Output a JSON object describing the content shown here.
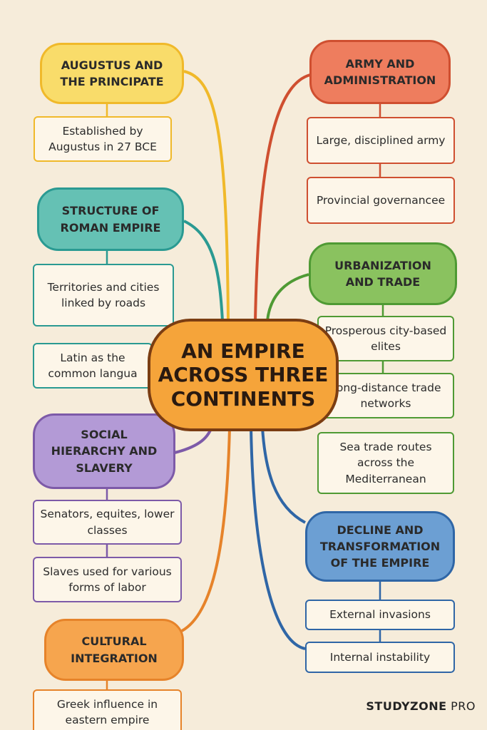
{
  "center": {
    "title": "AN EMPIRE ACROSS THREE CONTINENTS"
  },
  "branches": [
    {
      "title": "AUGUSTUS AND THE PRINCIPATE",
      "color": "#f0b92a",
      "fill": "#f9dc6a",
      "items": [
        "Established by Augustus in 27 BCE"
      ]
    },
    {
      "title": "STRUCTURE OF ROMAN EMPIRE",
      "color": "#2a9a92",
      "fill": "#65c1b4",
      "items": [
        "Territories and cities linked by roads",
        "Latin as the common langua"
      ]
    },
    {
      "title": "SOCIAL HIERARCHY AND SLAVERY",
      "color": "#7d5aa8",
      "fill": "#b39ad6",
      "items": [
        "Senators, equites, lower classes",
        "Slaves used for various forms of labor"
      ]
    },
    {
      "title": "CULTURAL INTEGRATION",
      "color": "#e6832a",
      "fill": "#f6a54e",
      "items": [
        "Greek influence in eastern empire"
      ]
    },
    {
      "title": "ARMY AND ADMINISTRATION",
      "color": "#cf4f30",
      "fill": "#ee7d5e",
      "items": [
        "Large, disciplined army",
        "Provincial governancee"
      ]
    },
    {
      "title": "URBANIZATION AND TRADE",
      "color": "#4f9a34",
      "fill": "#8ac25f",
      "items": [
        "Prosperous city-based elites",
        "Long-distance trade networks",
        "Sea trade routes across the Mediterranean"
      ]
    },
    {
      "title": "DECLINE AND TRANSFORMATION OF THE EMPIRE",
      "color": "#2f66a6",
      "fill": "#6c9fd3",
      "items": [
        "External invasions",
        "Internal instability"
      ]
    }
  ],
  "brand": {
    "bold": "STUDYZONE",
    "light": " PRO"
  }
}
